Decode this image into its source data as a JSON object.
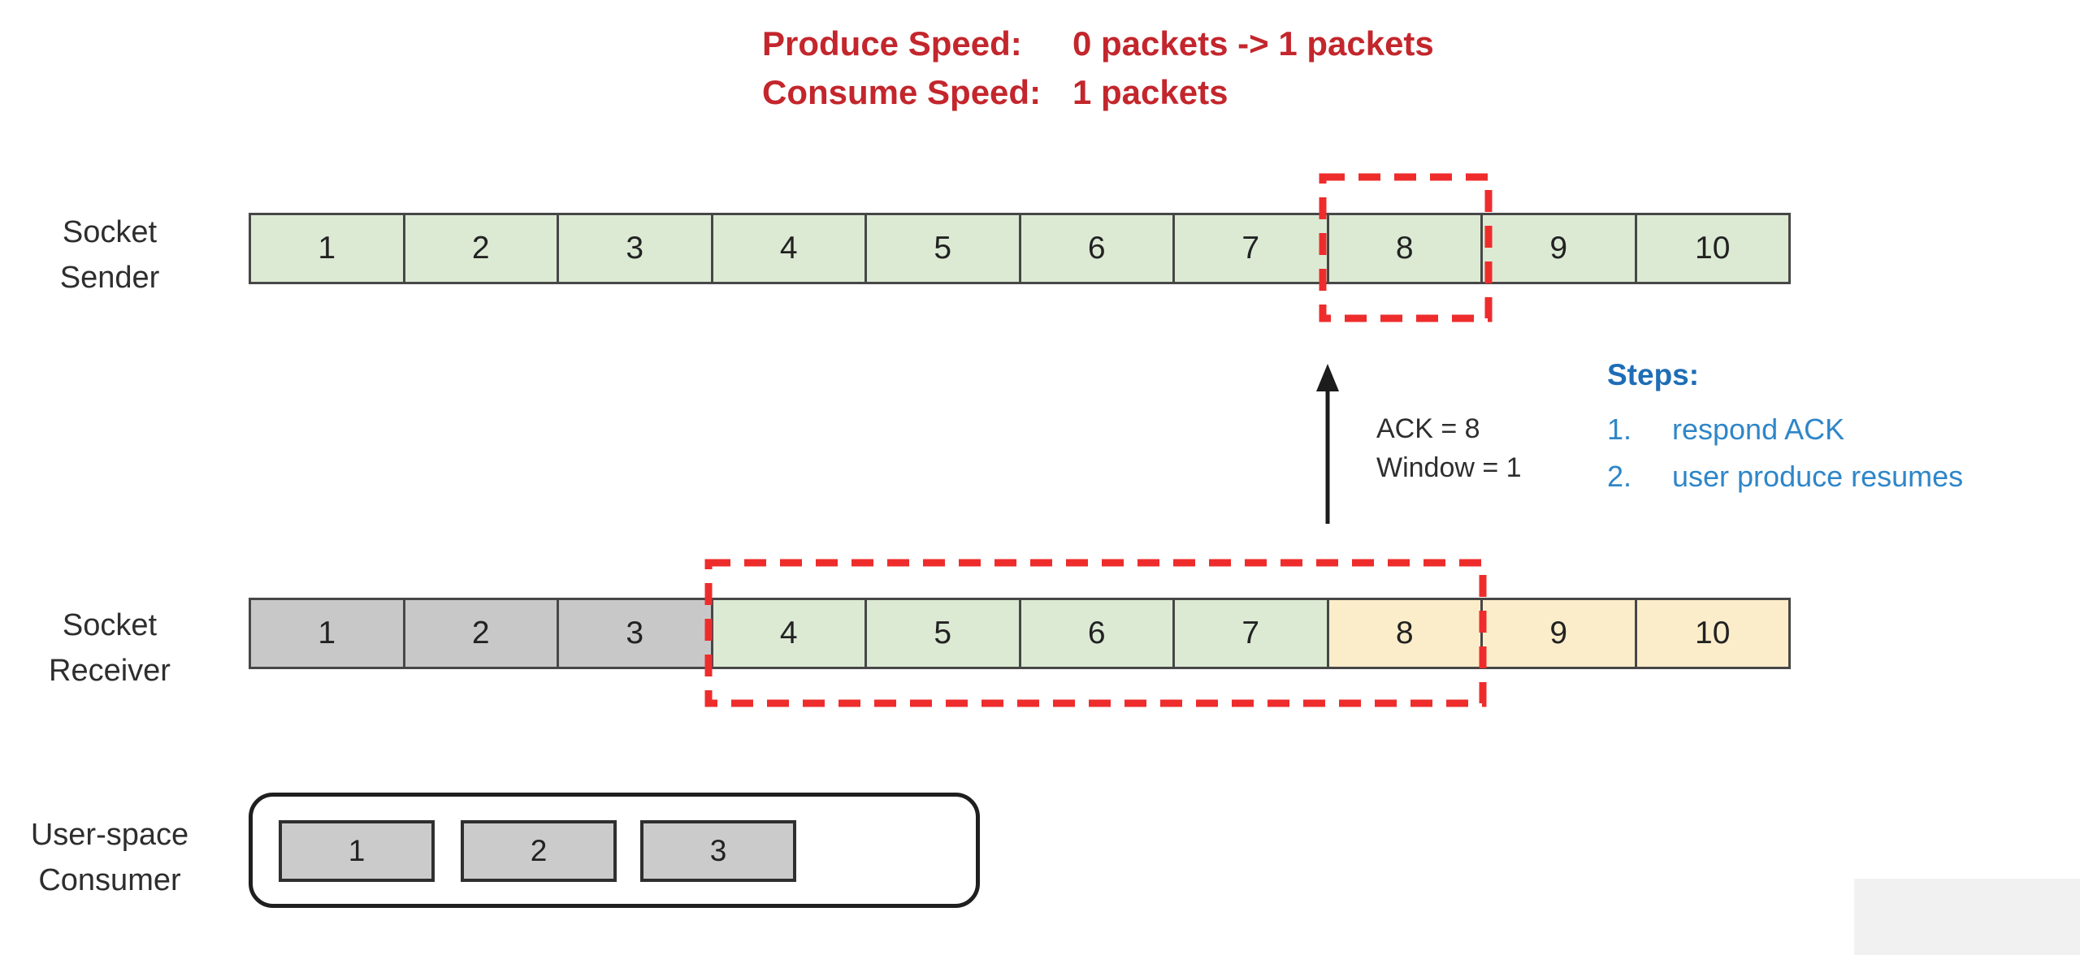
{
  "title": {
    "produce_label": "Produce Speed:",
    "produce_value": "0 packets -> 1 packets",
    "consume_label": "Consume Speed:",
    "consume_value": "1 packets"
  },
  "sender": {
    "label_line1": "Socket",
    "label_line2": "Sender",
    "cells": [
      {
        "v": "1",
        "t": "green"
      },
      {
        "v": "2",
        "t": "green"
      },
      {
        "v": "3",
        "t": "green"
      },
      {
        "v": "4",
        "t": "green"
      },
      {
        "v": "5",
        "t": "green"
      },
      {
        "v": "6",
        "t": "green"
      },
      {
        "v": "7",
        "t": "green"
      },
      {
        "v": "8",
        "t": "green"
      },
      {
        "v": "9",
        "t": "green"
      },
      {
        "v": "10",
        "t": "green"
      }
    ],
    "window_highlight_cell": "8"
  },
  "ack": {
    "line1": "ACK = 8",
    "line2": "Window = 1"
  },
  "steps": {
    "heading": "Steps:",
    "items": [
      {
        "num": "1.",
        "text": "respond ACK"
      },
      {
        "num": "2.",
        "text": "user produce resumes"
      }
    ]
  },
  "receiver": {
    "label_line1": "Socket",
    "label_line2": "Receiver",
    "cells": [
      {
        "v": "1",
        "t": "gray"
      },
      {
        "v": "2",
        "t": "gray"
      },
      {
        "v": "3",
        "t": "gray"
      },
      {
        "v": "4",
        "t": "green"
      },
      {
        "v": "5",
        "t": "green"
      },
      {
        "v": "6",
        "t": "green"
      },
      {
        "v": "7",
        "t": "green"
      },
      {
        "v": "8",
        "t": "tan"
      },
      {
        "v": "9",
        "t": "tan"
      },
      {
        "v": "10",
        "t": "tan"
      }
    ],
    "window_highlight_cells": "4-8"
  },
  "consumer": {
    "label_line1": "User-space",
    "label_line2": "Consumer",
    "cells": [
      {
        "v": "1",
        "t": "gray"
      },
      {
        "v": "2",
        "t": "gray"
      },
      {
        "v": "3",
        "t": "gray"
      }
    ]
  },
  "colors": {
    "annotation_red": "#c3262c",
    "dashed_window_red": "#ee2c2c",
    "steps_heading_blue": "#1e6db6",
    "steps_item_blue": "#2e86c8",
    "cell_green": "#dcead4",
    "cell_gray": "#c8c8c8",
    "cell_tan": "#fcedca"
  }
}
